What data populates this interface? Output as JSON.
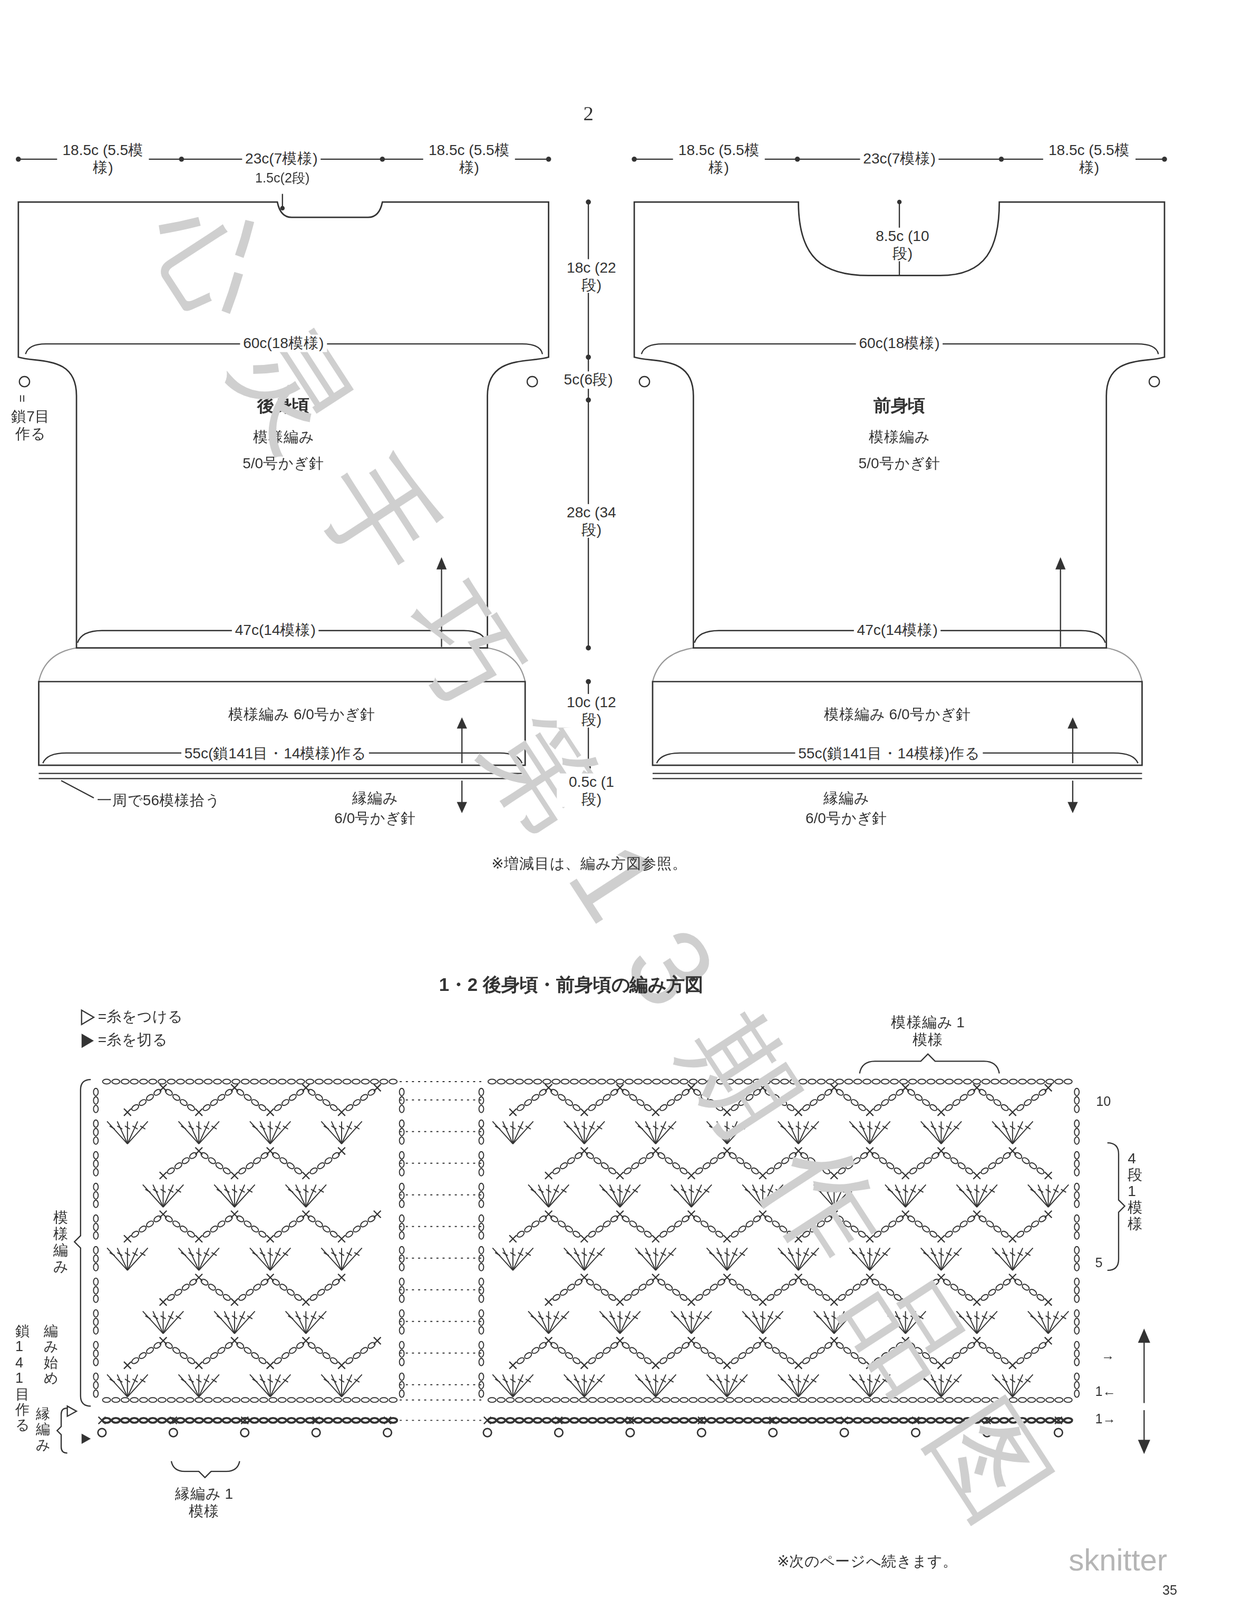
{
  "diagram": {
    "title": "1・2 後身頃・前身頃の編み方図",
    "nodes": [
      {
        "text": [
          "後身頃",
          "模様編み",
          "5/0号かぎ針"
        ]
      },
      {
        "text": [
          "模様編み 6/0号かぎ針",
          "55c(鎖141目・14模様)作る"
        ]
      },
      {
        "text": [
          "前身頃",
          "模様編み",
          "5/0号かぎ針"
        ]
      },
      {
        "text": [
          "模様編み 6/0号かぎ針",
          "55c(鎖141目・14模様)作る"
        ]
      }
    ],
    "labels": [
      "2",
      "18.5c (5.5模様)",
      "23c(7模様)",
      "18.5c (5.5模様)",
      "1.5c(2段)",
      "60c(18模様)",
      "=",
      "鎖7目 作る",
      "47c(14模様)",
      "一周で56模様拾う",
      "縁編み",
      "6/0号かぎ針",
      "18c (22段)",
      "5c(6段)",
      "28c (34段)",
      "10c (12段)",
      "0.5c (1段)",
      "18.5c (5.5模様)",
      "23c(7模様)",
      "18.5c (5.5模様)",
      "8.5c (10段)",
      "60c(18模様)",
      "47c(14模様)",
      "縁編み",
      "6/0号かぎ針",
      "※増減目は、編み方図参照。",
      "模様編み 1模様",
      "10",
      "4段1模様",
      "5",
      "→",
      "1←",
      "1→",
      "模様編み",
      "鎖141目作る",
      "編み始め",
      "縁編み",
      "縁編み 1模様",
      "※次のページへ続きます。",
      "35",
      "sknitter",
      "心灵手巧第13期作品图"
    ],
    "legend": [
      {
        "text": "=糸をつける"
      },
      {
        "text": "=糸を切る"
      }
    ]
  }
}
